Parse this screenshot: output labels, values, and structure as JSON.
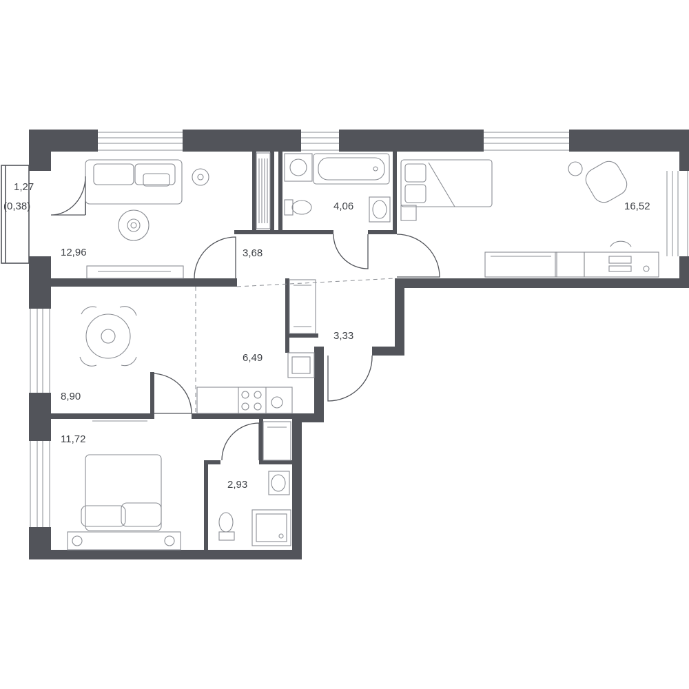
{
  "plan": {
    "rooms": {
      "balcony_area": "1,27",
      "balcony_area_reduced": "(0,38)",
      "living_room": "12,96",
      "hall": "3,68",
      "bathroom": "4,06",
      "bedroom_large": "16,52",
      "kitchen_dining": "8,90",
      "kitchen": "6,49",
      "corridor": "3,33",
      "bedroom_small": "11,72",
      "shower_room": "2,93"
    }
  },
  "colors": {
    "wall": "#52545a",
    "furniture": "#8a8d93",
    "background": "#ffffff"
  }
}
